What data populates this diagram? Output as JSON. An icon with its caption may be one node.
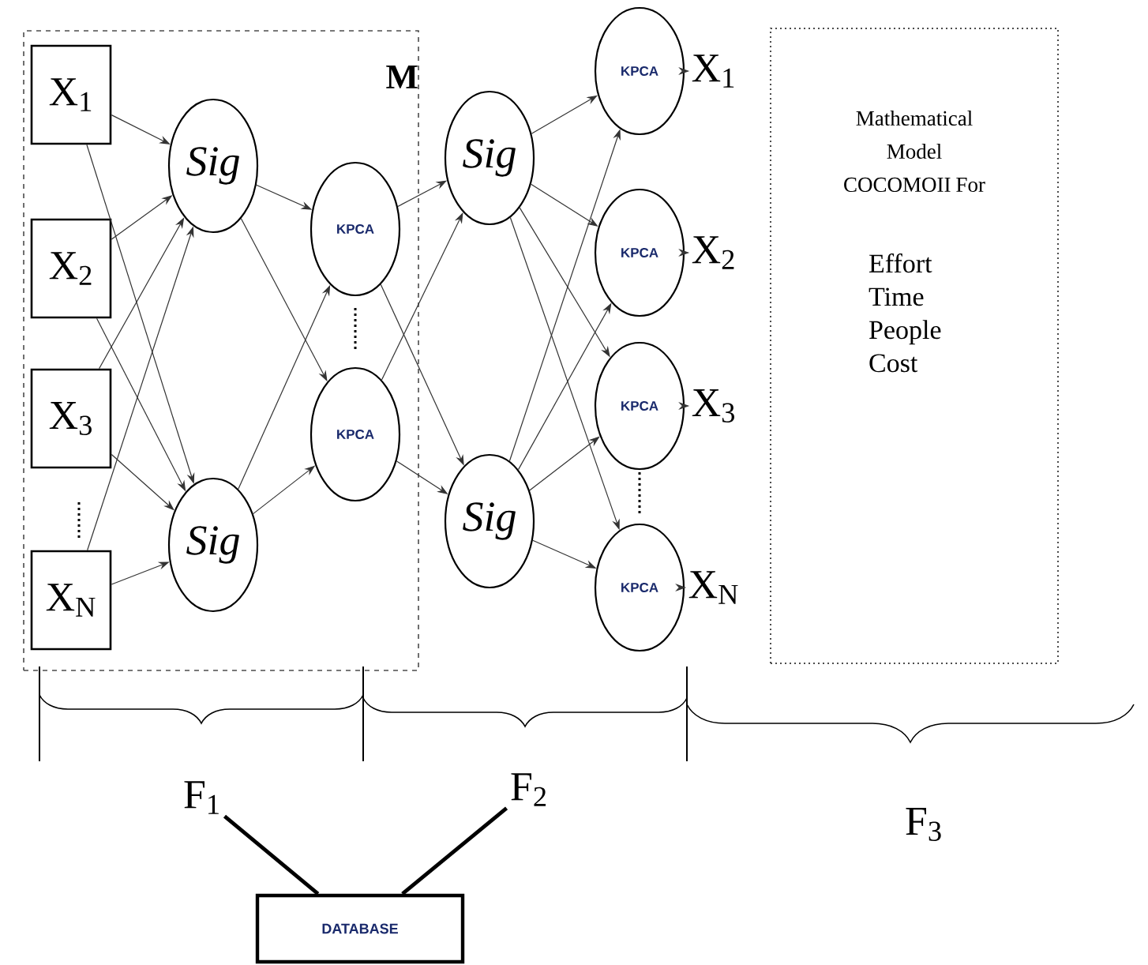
{
  "diagram": {
    "nodes": [
      {
        "text": [
          "M"
        ]
      },
      {
        "text": [
          "X$_{1}$"
        ],
        "in": 0
      },
      {
        "text": [
          "X$_{2}$"
        ],
        "in": 0
      },
      {
        "text": [
          "X$_{3}$"
        ],
        "in": 0
      },
      {
        "text": [
          "X$_{N}$"
        ],
        "in": 0
      },
      {
        "text": [
          "Sig"
        ],
        "in": 0
      },
      {
        "text": [
          "Sig"
        ],
        "in": 0
      },
      {
        "text": [
          "KPCA"
        ],
        "in": 0
      },
      {
        "text": [
          "KPCA"
        ],
        "in": 0
      },
      {
        "text": [
          "Sig"
        ]
      },
      {
        "text": [
          "Sig"
        ]
      },
      {
        "text": [
          "KPCA"
        ]
      },
      {
        "text": [
          "KPCA"
        ]
      },
      {
        "text": [
          "KPCA"
        ]
      },
      {
        "text": [
          "KPCA"
        ]
      },
      {
        "text": [
          "X$_{1}$"
        ]
      },
      {
        "text": [
          "X$_{2}$"
        ]
      },
      {
        "text": [
          "X$_{3}$"
        ]
      },
      {
        "text": [
          "X$_{N}$"
        ]
      },
      {
        "text": [
          "Mathematical Model COCOMOII For",
          "Effort Time People Cost"
        ]
      },
      {
        "text": [
          "F$_{1}$"
        ]
      },
      {
        "text": [
          "F$_{2}$"
        ]
      },
      {
        "text": [
          "DATABASE"
        ]
      }
    ],
    "edges": [
      {
        "from": 1,
        "to": 5,
        "arrow": "to"
      },
      {
        "from": 1,
        "to": 6,
        "arrow": "to"
      },
      {
        "from": 2,
        "to": 5,
        "arrow": "to"
      },
      {
        "from": 2,
        "to": 6,
        "arrow": "to"
      },
      {
        "from": 3,
        "to": 5,
        "arrow": "to"
      },
      {
        "from": 3,
        "to": 6,
        "arrow": "to"
      },
      {
        "from": 4,
        "to": 5,
        "arrow": "to"
      },
      {
        "from": 4,
        "to": 6,
        "arrow": "to"
      },
      {
        "from": 5,
        "to": 7,
        "arrow": "to"
      },
      {
        "from": 5,
        "to": 8,
        "arrow": "to"
      },
      {
        "from": 6,
        "to": 7,
        "arrow": "to"
      },
      {
        "from": 6,
        "to": 8,
        "arrow": "to"
      },
      {
        "from": 7,
        "to": 9,
        "arrow": "to"
      },
      {
        "from": 7,
        "to": 10,
        "arrow": "to"
      },
      {
        "from": 8,
        "to": 9,
        "arrow": "to"
      },
      {
        "from": 8,
        "to": 10,
        "arrow": "to"
      },
      {
        "from": 9,
        "to": 11,
        "arrow": "to"
      },
      {
        "from": 9,
        "to": 12,
        "arrow": "to"
      },
      {
        "from": 9,
        "to": 13,
        "arrow": "to"
      },
      {
        "from": 9,
        "to": 14,
        "arrow": "to"
      },
      {
        "from": 10,
        "to": 11,
        "arrow": "to"
      },
      {
        "from": 10,
        "to": 12,
        "arrow": "to"
      },
      {
        "from": 10,
        "to": 13,
        "arrow": "to"
      },
      {
        "from": 10,
        "to": 14,
        "arrow": "to"
      },
      {
        "from": 11,
        "to": 15,
        "arrow": "to"
      },
      {
        "from": 12,
        "to": 16,
        "arrow": "to"
      },
      {
        "from": 13,
        "to": 17,
        "arrow": "to"
      },
      {
        "from": 14,
        "to": 18,
        "arrow": "to"
      },
      {
        "from": 20,
        "to": 22,
        "arrow": "none",
        "style": "thick"
      },
      {
        "from": 21,
        "to": 22,
        "arrow": "none",
        "style": "thick"
      }
    ],
    "labels": [
      "F$_{3}$"
    ]
  }
}
